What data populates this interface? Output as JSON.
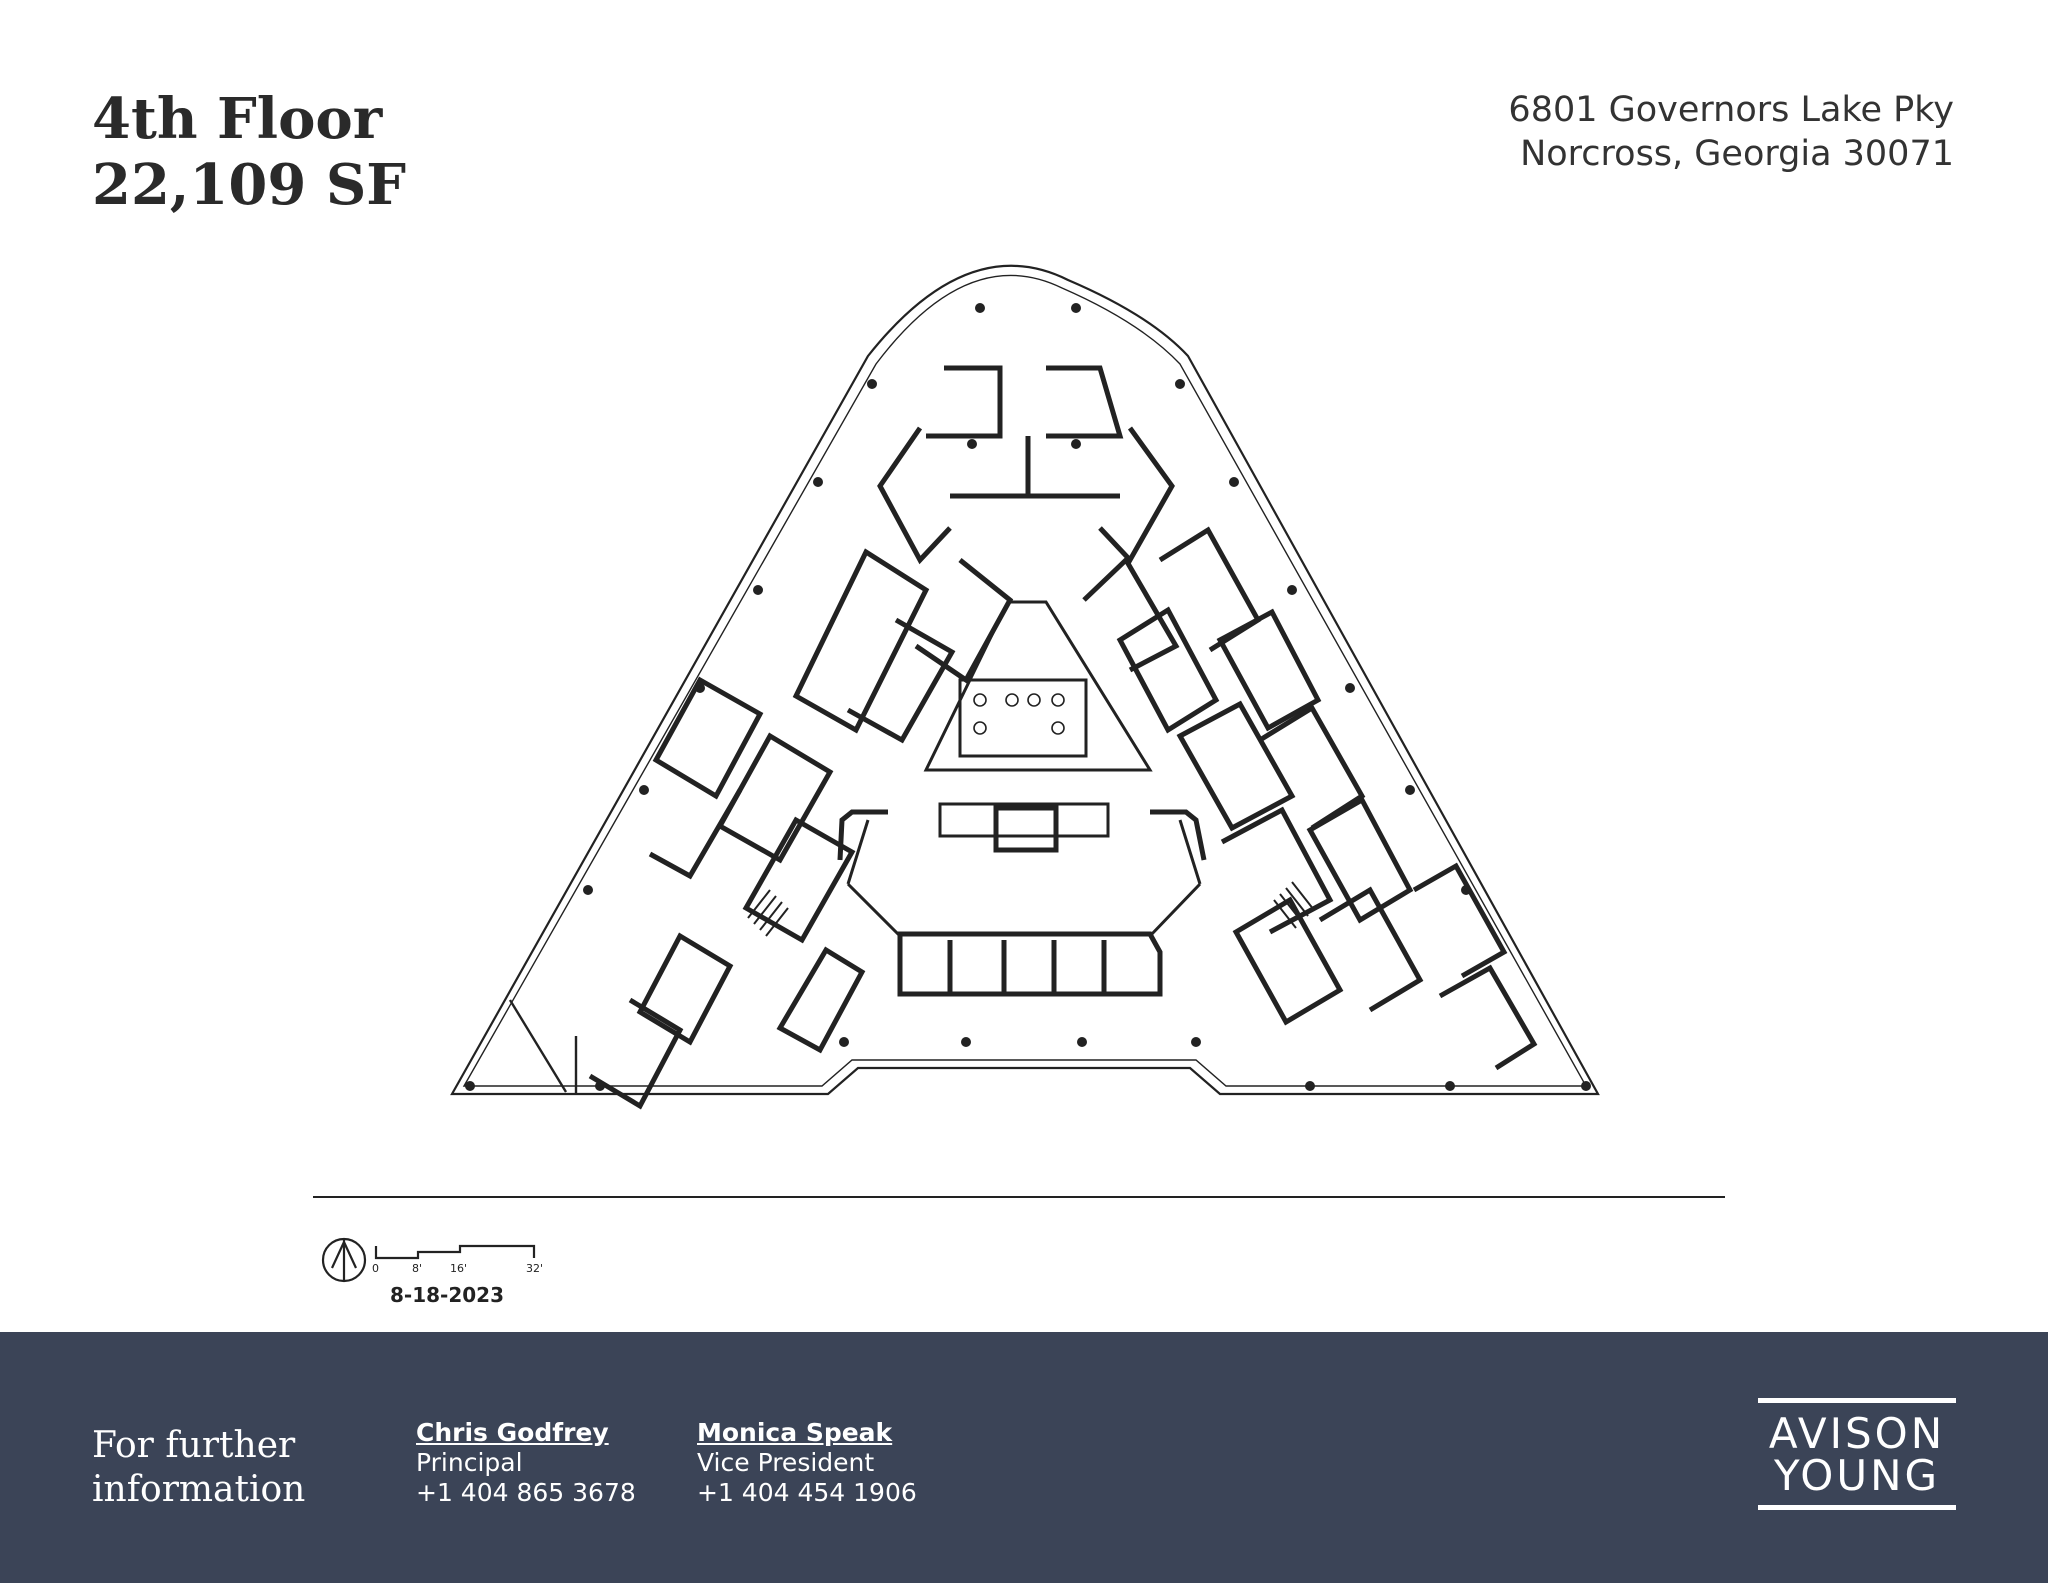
{
  "header": {
    "floor": "4th Floor",
    "area": "22,109 SF",
    "address_line1": "6801 Governors Lake Pky",
    "address_line2": "Norcross, Georgia 30071"
  },
  "scale": {
    "ticks": [
      "0",
      "8'",
      "16'",
      "32'"
    ],
    "date": "8-18-2023"
  },
  "footer": {
    "cta_line1": "For further",
    "cta_line2": "information",
    "contacts": [
      {
        "name": "Chris Godfrey",
        "title": "Principal",
        "phone": "+1 404 865 3678"
      },
      {
        "name": "Monica Speak",
        "title": "Vice President",
        "phone": "+1 404 454 1906"
      }
    ],
    "logo_line1": "AVISON",
    "logo_line2": "YOUNG",
    "bg_color": "#3b4457"
  }
}
